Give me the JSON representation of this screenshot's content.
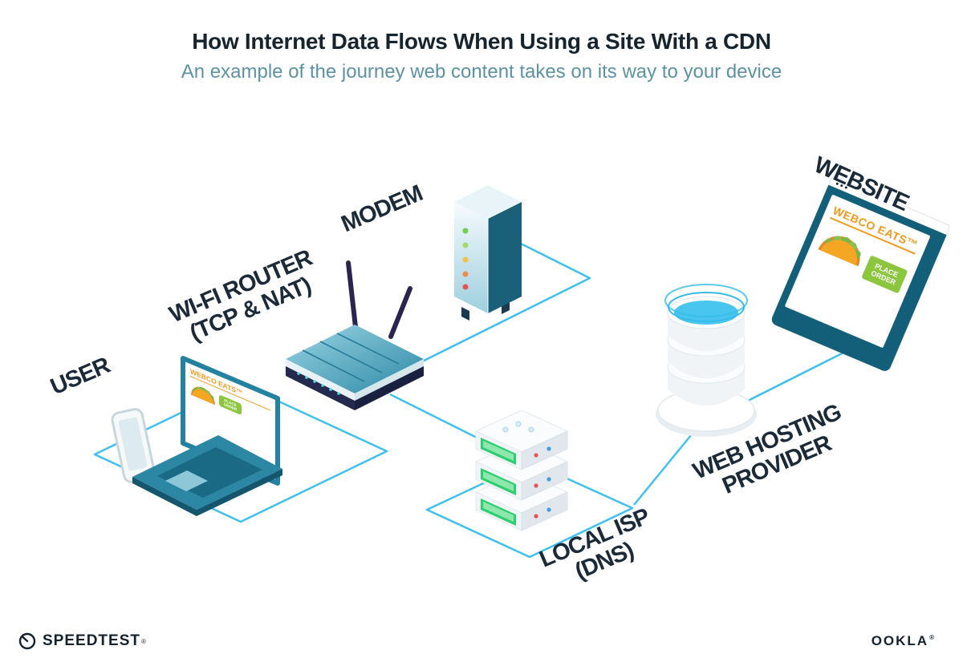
{
  "colors": {
    "accent_cyan": "#3fc1ee",
    "navy_text": "#1b2a38",
    "subtitle_teal": "#5c93a3",
    "webco_orange": "#f2991c",
    "order_green": "#8cc63f",
    "device_teal": "#2b87a4",
    "browser_frame_teal": "#135f79"
  },
  "header": {
    "title": "How Internet Data Flows When Using a Site With a CDN",
    "subtitle": "An example of the journey web content takes on its way to your device"
  },
  "nodes": {
    "user": {
      "label": "USER"
    },
    "router": {
      "line1": "WI-FI ROUTER",
      "line2": "(TCP & NAT)"
    },
    "modem": {
      "label": "MODEM"
    },
    "isp": {
      "line1": "LOCAL ISP",
      "line2": "(DNS)"
    },
    "hosting": {
      "line1": "WEB HOSTING",
      "line2": "PROVIDER"
    },
    "website": {
      "label": "WEBSITE"
    }
  },
  "webco": {
    "brand": "WEBCO EATS™",
    "order_button": "PLACE ORDER"
  },
  "footer": {
    "speedtest": "SPEEDTEST",
    "speedtest_mark": "®",
    "ookla": "OOKLA",
    "ookla_mark": "®"
  }
}
